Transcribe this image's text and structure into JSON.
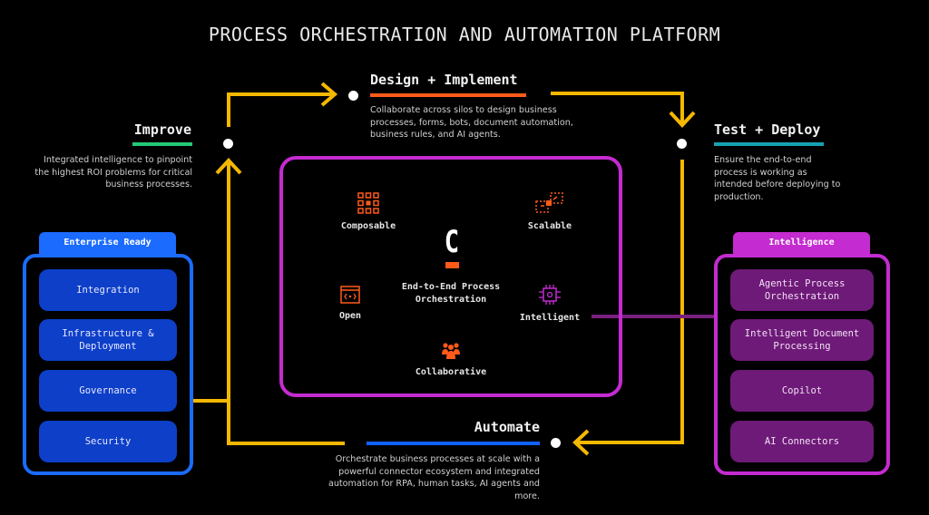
{
  "title": "PROCESS ORCHESTRATION AND AUTOMATION PLATFORM",
  "colors": {
    "flow_arrow": "#f5b800",
    "design_bar": "#ff5a1a",
    "improve_bar": "#24c978",
    "test_bar": "#16a2b4",
    "automate_bar": "#0f62fe",
    "enterprise_accent": "#1b6bff",
    "enterprise_card": "#0d3fc8",
    "intelligence_accent": "#c42bd0",
    "intelligence_card": "#6e1a78",
    "orange_icon": "#ff5a1a",
    "purple_icon": "#c42bd0"
  },
  "stages": {
    "design": {
      "title": "Design + Implement",
      "description": "Collaborate across silos to design business processes, forms, bots, document automation, business rules, and AI agents."
    },
    "improve": {
      "title": "Improve",
      "description": "Integrated intelligence to pinpoint the highest ROI problems for critical business processes."
    },
    "test": {
      "title": "Test + Deploy",
      "description": "Ensure the end-to-end process is working as intended before deploying to production."
    },
    "automate": {
      "title": "Automate",
      "description": "Orchestrate business processes at scale with a powerful connector ecosystem and integrated automation for RPA, human tasks, AI agents and more."
    }
  },
  "center": {
    "logo_letter": "C",
    "label": "End-to-End Process Orchestration",
    "features": [
      {
        "label": "Composable",
        "icon": "grid-icon"
      },
      {
        "label": "Scalable",
        "icon": "scale-icon"
      },
      {
        "label": "Open",
        "icon": "code-window-icon"
      },
      {
        "label": "Intelligent",
        "icon": "chip-icon"
      },
      {
        "label": "Collaborative",
        "icon": "team-icon"
      }
    ]
  },
  "enterprise_panel": {
    "heading": "Enterprise Ready",
    "items": [
      "Integration",
      "Infrastructure & Deployment",
      "Governance",
      "Security"
    ]
  },
  "intelligence_panel": {
    "heading": "Intelligence",
    "items": [
      "Agentic Process Orchestration",
      "Intelligent Document Processing",
      "Copilot",
      "AI Connectors"
    ]
  }
}
